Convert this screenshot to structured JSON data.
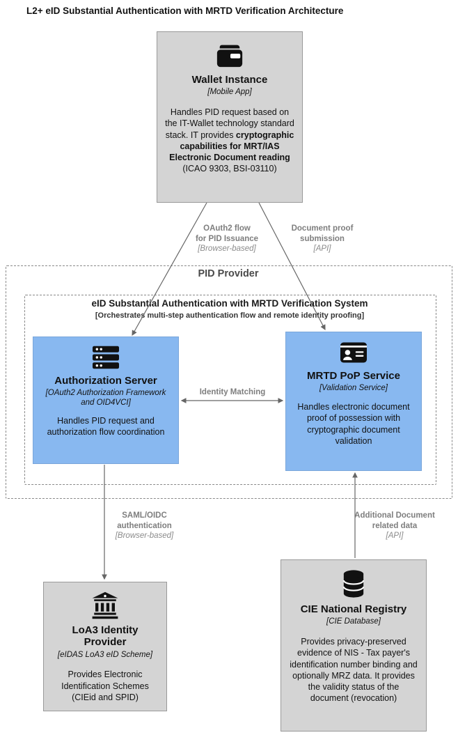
{
  "page": {
    "title": "L2+ eID Substantial Authentication with MRTD Verification Architecture"
  },
  "colors": {
    "box_gray": "#d4d4d4",
    "box_gray_border": "#999999",
    "box_blue": "#88b8f0",
    "box_blue_border": "#7aa6da",
    "edge": "#666666",
    "edge_label": "#7e7e7e",
    "dash": "#888888"
  },
  "groups": {
    "pid_provider": {
      "label": "PID Provider"
    },
    "eid_system": {
      "title": "eID Substantial Authentication with MRTD Verification System",
      "subtitle": "[Orchestrates multi-step authentication flow and remote identity proofing]"
    }
  },
  "nodes": {
    "wallet": {
      "icon": "wallet-icon",
      "title": "Wallet Instance",
      "subtitle": "[Mobile App]",
      "desc_pre": "Handles PID request based on the IT-Wallet technology standard stack. IT provides ",
      "desc_bold": "cryptographic capabilities for MRT/IAS Electronic Document reading",
      "desc_post": " (ICAO 9303, BSI-03110)"
    },
    "auth_server": {
      "icon": "server-icon",
      "title": "Authorization Server",
      "subtitle": "[OAuth2 Authorization Framework and OID4VCI]",
      "desc": "Handles PID request and authorization flow coordination"
    },
    "mrtd_pop": {
      "icon": "id-card-icon",
      "title": "MRTD PoP Service",
      "subtitle": "[Validation Service]",
      "desc": "Handles electronic document proof of possession with cryptographic document validation"
    },
    "loa3_idp": {
      "icon": "bank-icon",
      "title": "LoA3 Identity Provider",
      "subtitle": "[eIDAS LoA3 eID Scheme]",
      "desc": "Provides Electronic Identification Schemes (CIEid and SPID)"
    },
    "cie_registry": {
      "icon": "database-icon",
      "title": "CIE National Registry",
      "subtitle": "[CIE Database]",
      "desc": "Provides privacy-preserved evidence of NIS - Tax payer's identification number binding and optionally MRZ data. It provides the validity status of the document (revocation)"
    }
  },
  "edges": {
    "oauth2": {
      "label": "OAuth2 flow\nfor PID Issuance",
      "sublabel": "[Browser-based]"
    },
    "doc_proof": {
      "label": "Document proof\nsubmission",
      "sublabel": "[API]"
    },
    "identity_matching": {
      "label": "Identity Matching"
    },
    "saml": {
      "label": "SAML/OIDC\nauthentication",
      "sublabel": "[Browser-based]"
    },
    "additional_doc": {
      "label": "Additional Document\nrelated data",
      "sublabel": "[API]"
    }
  }
}
